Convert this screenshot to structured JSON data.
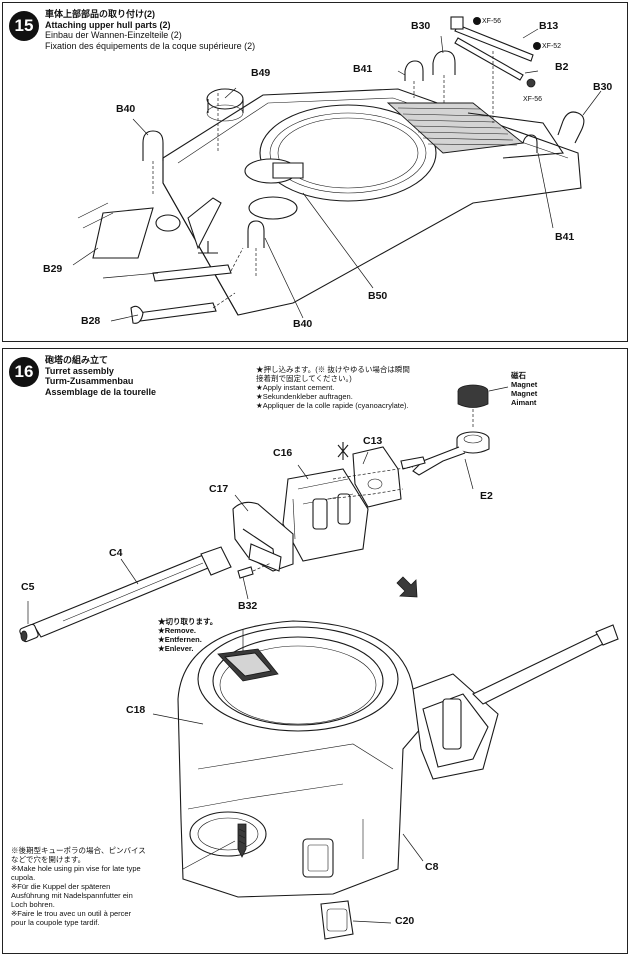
{
  "step15": {
    "number": "15",
    "title_jp": "車体上部部品の取り付け(2)",
    "title_en": "Attaching upper hull parts (2)",
    "title_de": "Einbau der Wannen-Einzelteile (2)",
    "title_fr": "Fixation des équipements de la coque supérieure (2)",
    "parts": {
      "B30_a": "B30",
      "B13": "B13",
      "B49": "B49",
      "B41_a": "B41",
      "B2": "B2",
      "B30_b": "B30",
      "B40_a": "B40",
      "B29": "B29",
      "B41_b": "B41",
      "B50": "B50",
      "B28": "B28",
      "B40_b": "B40"
    },
    "paints": {
      "xf56_a": "XF-56",
      "xf52": "XF-52",
      "xf56_b": "XF-56"
    }
  },
  "step16": {
    "number": "16",
    "title_jp": "砲塔の組み立て",
    "title_en": "Turret assembly",
    "title_de": "Turm-Zusammenbau",
    "title_fr": "Assemblage de la tourelle",
    "cement_note": {
      "jp1": "★押し込みます。(※ 抜けやゆるい場合は瞬間",
      "jp2": "接着剤で固定してください。)",
      "en": "★Apply instant cement.",
      "de": "★Sekundenkleber auftragen.",
      "fr": "★Appliquer de la colle rapide (cyanoacrylate)."
    },
    "magnet": {
      "jp": "磁石",
      "en": "Magnet",
      "de": "Magnet",
      "fr": "Aimant"
    },
    "remove_note": {
      "jp": "★切り取ります。",
      "en": "★Remove.",
      "de": "★Entfernen.",
      "fr": "★Enlever."
    },
    "hole_note": {
      "jp1": "※後期型キューポラの場合、ピンバイス",
      "jp2": "などで穴を開けます。",
      "en1": "※Make hole using pin vise for late type",
      "en2": "cupola.",
      "de1": "※Für die Kuppel der späteren",
      "de2": "Ausführung mit Nadelspannfutter ein",
      "de3": "Loch bohren.",
      "fr1": "※Faire le trou avec un outil à percer",
      "fr2": "pour la coupole type tardif."
    },
    "parts": {
      "C13": "C13",
      "C16": "C16",
      "C17": "C17",
      "E2": "E2",
      "C4": "C4",
      "C5": "C5",
      "B32": "B32",
      "C18": "C18",
      "C8": "C8",
      "C20": "C20"
    }
  }
}
